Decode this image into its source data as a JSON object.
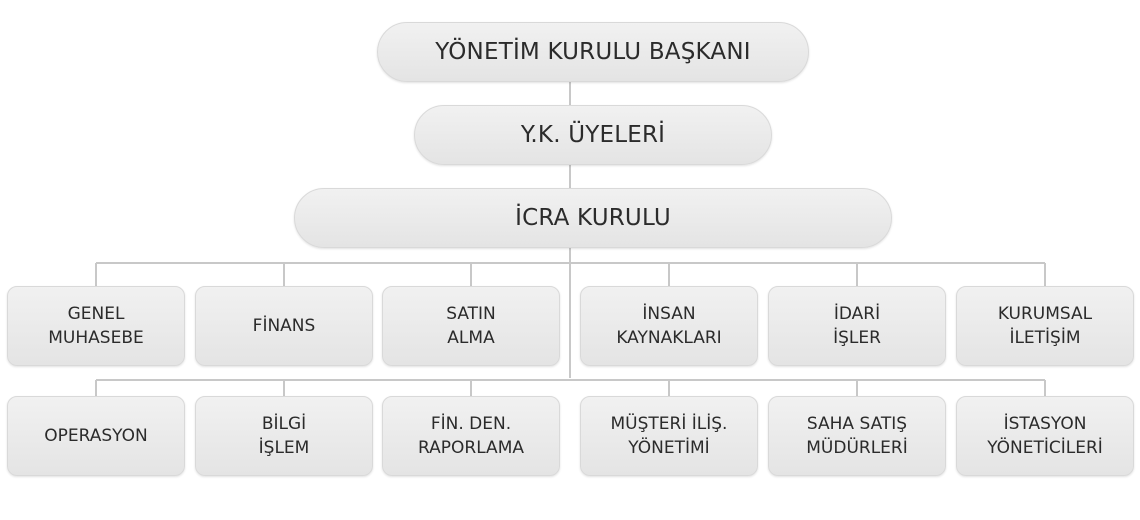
{
  "top": [
    {
      "id": "chairman",
      "label": "YÖNETİM KURULU BAŞKANI"
    },
    {
      "id": "board-members",
      "label": "Y.K. ÜYELERİ"
    },
    {
      "id": "executive-board",
      "label": "İCRA KURULU"
    }
  ],
  "row1": [
    {
      "id": "genel-muhasebe",
      "label": "GENEL\nMUHASEBE"
    },
    {
      "id": "finans",
      "label": "FİNANS"
    },
    {
      "id": "satin-alma",
      "label": "SATIN\nALMA"
    },
    {
      "id": "insan-kaynaklari",
      "label": "İNSAN\nKAYNAKLARI"
    },
    {
      "id": "idari-isler",
      "label": "İDARİ\nİŞLER"
    },
    {
      "id": "kurumsal-iletisim",
      "label": "KURUMSAL\nİLETİŞİM"
    }
  ],
  "row2": [
    {
      "id": "operasyon",
      "label": "OPERASYON"
    },
    {
      "id": "bilgi-islem",
      "label": "BİLGİ\nİŞLEM"
    },
    {
      "id": "fin-den-raporlama",
      "label": "FİN. DEN.\nRAPORLAMA"
    },
    {
      "id": "musteri-ilis-yonetimi",
      "label": "MÜŞTERİ İLİŞ.\nYÖNETİMİ"
    },
    {
      "id": "saha-satis-mudurleri",
      "label": "SAHA SATIŞ\nMÜDÜRLERİ"
    },
    {
      "id": "istasyon-yoneticileri",
      "label": "İSTASYON\nYÖNETİCİLERİ"
    }
  ],
  "colors": {
    "node_fill": "#e8e8e8",
    "connector": "#c8c8c8",
    "text": "#2b2b2b"
  }
}
